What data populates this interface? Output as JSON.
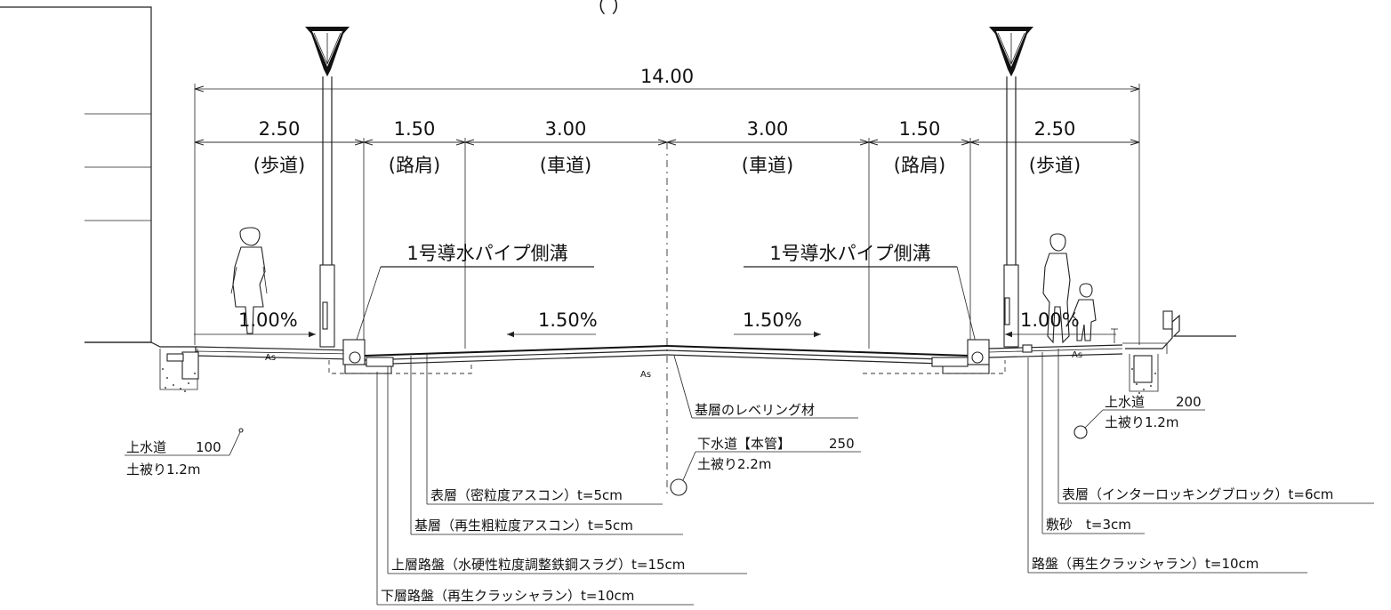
{
  "top_title": "（        ）",
  "dimensions": {
    "total": "14.00",
    "left_sidewalk": "2.50",
    "left_shoulder": "1.50",
    "left_carriageway": "3.00",
    "right_carriageway": "3.00",
    "right_shoulder": "1.50",
    "right_sidewalk": "2.50"
  },
  "zones": {
    "left_sidewalk": "(歩道)",
    "left_shoulder": "(路肩)",
    "left_carriageway": "(車道)",
    "right_carriageway": "(車道)",
    "right_shoulder": "(路肩)",
    "right_sidewalk": "(歩道)"
  },
  "drain_labels": {
    "left": "1号導水パイプ側溝",
    "right": "1号導水パイプ側溝"
  },
  "slopes": {
    "left_sidewalk": "1.00%",
    "left_carriageway": "1.50%",
    "right_carriageway": "1.50%",
    "right_sidewalk": "1.00%"
  },
  "surface_marks": {
    "as_left": "As",
    "as_center": "As",
    "as_right": "As"
  },
  "utilities": {
    "water_left": {
      "name": "上水道",
      "size": "100",
      "cover": "土被り1.2m"
    },
    "water_right": {
      "name": "上水道",
      "size": "200",
      "cover": "土被り1.2m"
    },
    "sewer": {
      "name": "下水道【本管】",
      "size": "250",
      "cover": "土被り2.2m"
    }
  },
  "leveling_label": "基層のレベリング材",
  "pavement_layers": {
    "surface": "表層（密粒度アスコン）t=5cm",
    "binder": "基層（再生粗粒度アスコン）t=5cm",
    "upper_base": "上層路盤（水硬性粒度調整鉄鋼スラグ）t=15cm",
    "lower_base": "下層路盤（再生クラッシャラン）t=10cm"
  },
  "sidewalk_layers": {
    "surface": "表層（インターロッキングブロック）t=6cm",
    "sand": "敷砂　t=3cm",
    "base": "路盤（再生クラッシャラン）t=10cm"
  }
}
